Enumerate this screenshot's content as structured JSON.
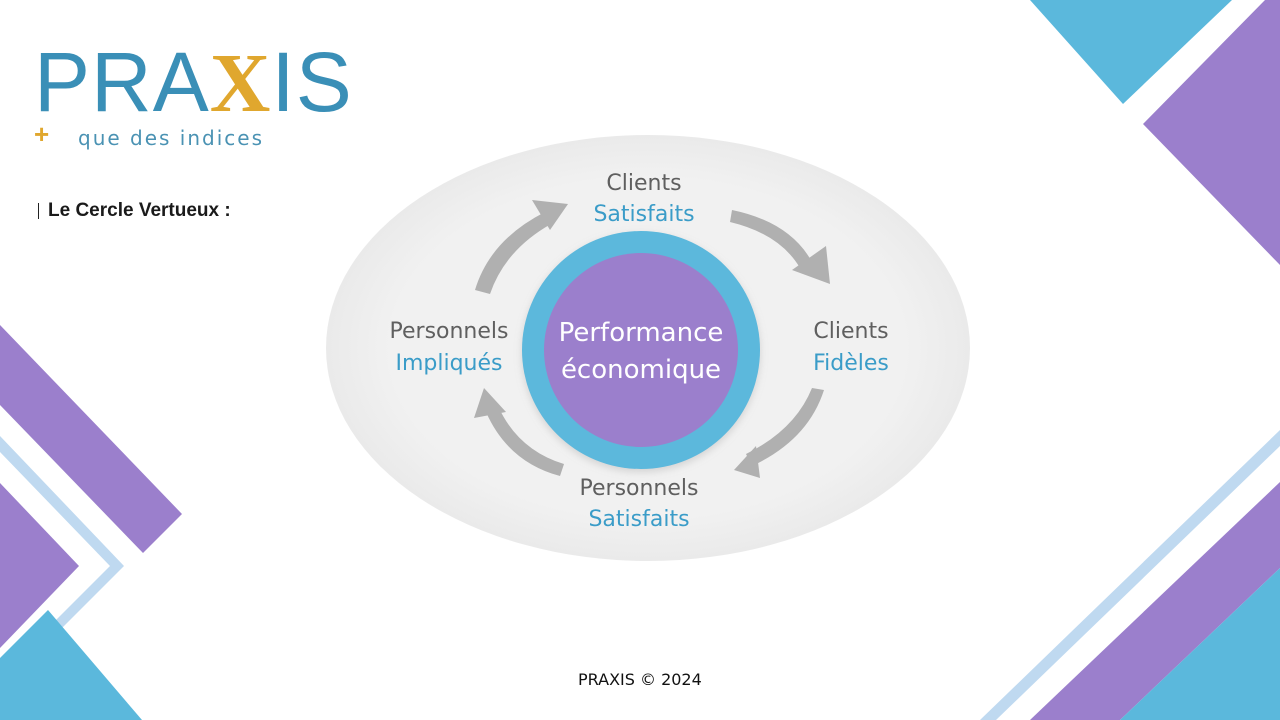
{
  "brand": {
    "word_plain": "PRA",
    "word_accent": "X",
    "word_end": "IS",
    "plus": "+",
    "tagline": "que des indices",
    "primary_color": "#3a8fb7",
    "accent_color": "#e0a72e"
  },
  "heading": "Le Cercle Vertueux :",
  "cycle": {
    "center_line1": "Performance",
    "center_line2": "économique",
    "nodes": [
      {
        "line1": "Clients",
        "line2": "Satisfaits"
      },
      {
        "line1": "Clients",
        "line2": "Fidèles"
      },
      {
        "line1": "Personnels",
        "line2": "Satisfaits"
      },
      {
        "line1": "Personnels",
        "line2": "Impliqués"
      }
    ]
  },
  "colors": {
    "purple": "#9b7fcc",
    "blue": "#5bb8dc",
    "light_blue": "#bfd9f0",
    "grey_text": "#5f5f5f",
    "arrow_grey": "#b0b0b0",
    "ellipse_bg": "#f1f1f1"
  },
  "footer": "PRAXIS © 2024"
}
